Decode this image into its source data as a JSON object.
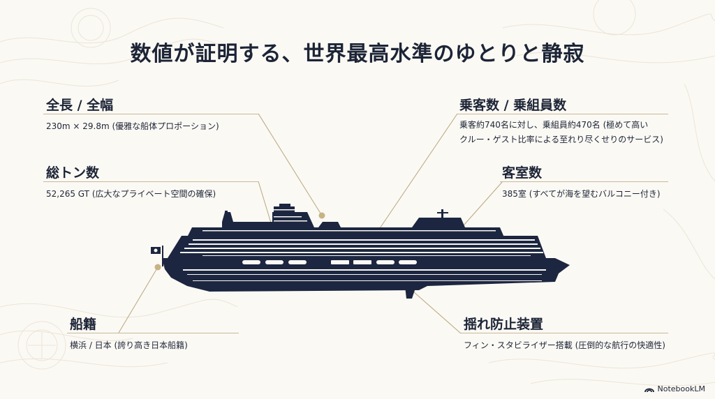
{
  "title": "数値が証明する、世界最高水準のゆとりと静寂",
  "specs": {
    "length": {
      "label": "全長 / 全幅",
      "text": "230m × 29.8m (優雅な船体プロポーション)"
    },
    "tonnage": {
      "label": "総トン数",
      "text": "52,265 GT (広大なプライベート空間の確保)"
    },
    "registry": {
      "label": "船籍",
      "text": "横浜 / 日本 (誇り高き日本船籍)"
    },
    "capacity": {
      "label": "乗客数 / 乗組員数",
      "line1": "乗客約740名に対し、乗組員約470名 (極めて高い",
      "line2": "クルー・ゲスト比率による至れり尽くせりのサービス)"
    },
    "cabins": {
      "label": "客室数",
      "text": "385室 (すべてが海を望むバルコニー付き)"
    },
    "stabilizer": {
      "label": "揺れ防止装置",
      "text": "フィン・スタビライザー搭載 (圧倒的な航行の快適性)"
    }
  },
  "brand": {
    "name": "NotebookLM",
    "icon": "notebooklm-logo-icon"
  },
  "colors": {
    "navy": "#1c2436",
    "gold": "#c9b89a",
    "background": "#fbf9f4"
  }
}
